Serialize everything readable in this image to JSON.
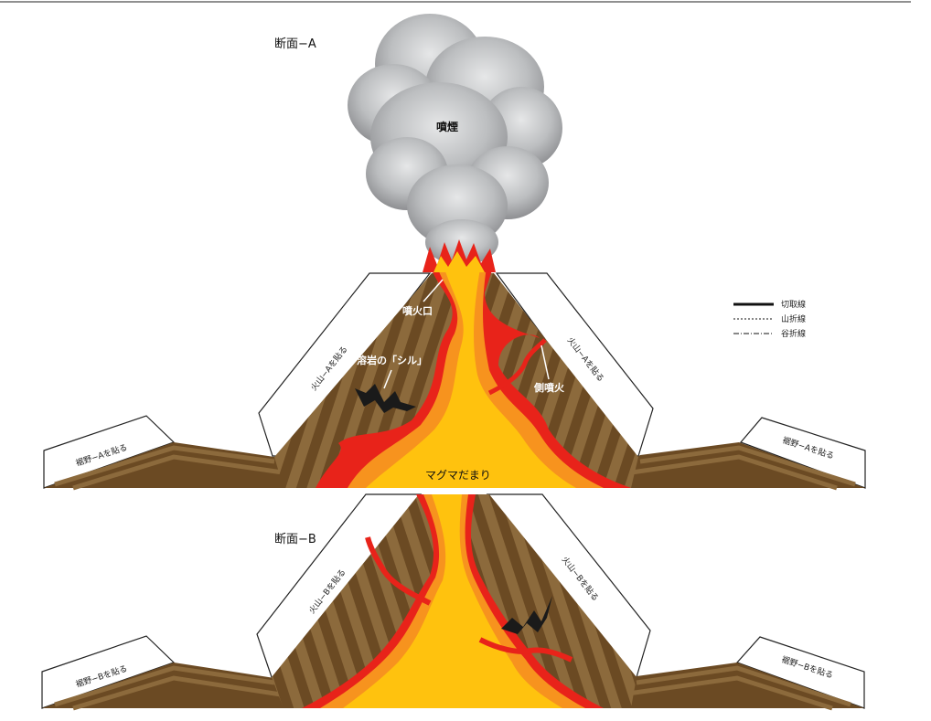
{
  "section_a": {
    "title": "断面−A",
    "plume_label": "噴煙",
    "crater_label": "噴火口",
    "sill_label": "溶岩の「シル」",
    "flank_label": "側噴火",
    "chamber_label": "マグマだまり",
    "tab_left_volcano": "火山−Aを貼る",
    "tab_right_volcano": "火山−Aを貼る",
    "tab_left_foot": "裾野−Aを貼る",
    "tab_right_foot": "裾野−Aを貼る"
  },
  "section_b": {
    "title": "断面−B",
    "tab_left_volcano": "火山−Bを貼る",
    "tab_right_volcano": "火山−Bを貼る",
    "tab_left_foot": "裾野−Bを貼る",
    "tab_right_foot": "裾野−Bを貼る"
  },
  "legend": {
    "items": [
      {
        "label": "切取線",
        "style": "solid"
      },
      {
        "label": "山折線",
        "style": "dashed"
      },
      {
        "label": "谷折線",
        "style": "dash-dot"
      }
    ]
  },
  "colors": {
    "rock_dark": "#5e3f1c",
    "rock_light": "#8c6a3c",
    "lava_red": "#e8231a",
    "lava_orange": "#f7931e",
    "lava_yellow": "#ffc20e",
    "smoke": "#a7a9ac"
  }
}
